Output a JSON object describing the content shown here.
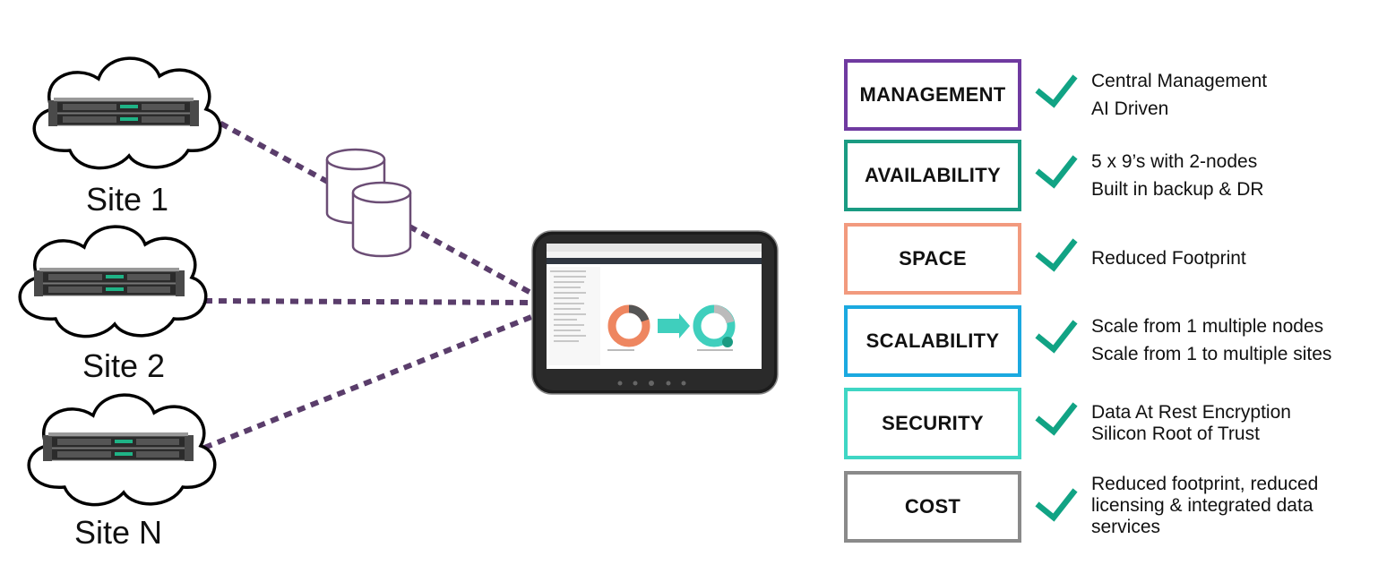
{
  "sites": [
    {
      "label": "Site 1"
    },
    {
      "label": "Site 2"
    },
    {
      "label": "Site N"
    }
  ],
  "features": [
    {
      "title": "MANAGEMENT",
      "color": "#6f3aa0",
      "benefits": [
        "Central Management",
        "AI Driven"
      ]
    },
    {
      "title": "AVAILABILITY",
      "color": "#1a9b82",
      "benefits": [
        "5 x 9’s with 2-nodes",
        "Built in backup & DR"
      ]
    },
    {
      "title": "SPACE",
      "color": "#f29a7e",
      "benefits": [
        "Reduced Footprint"
      ]
    },
    {
      "title": "SCALABILITY",
      "color": "#1ba9e0",
      "benefits": [
        "Scale from 1 multiple nodes",
        "Scale from 1 to multiple sites"
      ]
    },
    {
      "title": "SECURITY",
      "color": "#3fd6c4",
      "benefits": [
        "Data At Rest Encryption",
        "Silicon Root of Trust"
      ]
    },
    {
      "title": "COST",
      "color": "#8a8a8a",
      "benefits": [
        "Reduced footprint, reduced",
        "licensing & integrated data",
        "services"
      ]
    }
  ],
  "colors": {
    "connection_line": "#5a3d6b",
    "database_icon": "#6b4d75",
    "check_mark": "#11a384",
    "server_accent": "#1fb386"
  },
  "icons": {
    "cloud": "cloud-icon",
    "server": "server-rack-icon",
    "database": "database-icon",
    "tablet": "tablet-dashboard-icon",
    "check": "check-mark-icon"
  }
}
